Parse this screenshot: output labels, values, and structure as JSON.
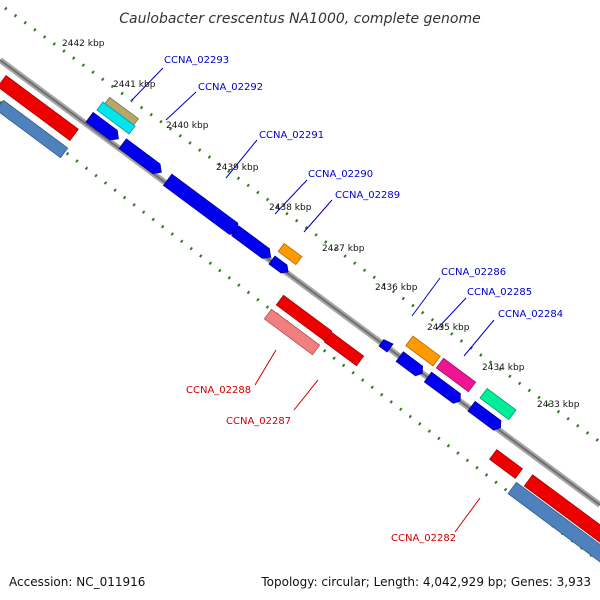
{
  "title": "Caulobacter crescentus NA1000, complete genome",
  "footer": {
    "accession": "Accession: NC_011916",
    "summary": "Topology: circular; Length: 4,042,929 bp; Genes: 3,933"
  },
  "colors": {
    "backbone": "#808080",
    "tick": "#2e7d1e",
    "forward_label": "#0000cc",
    "reverse_label": "#cc0000",
    "cds_blue": "#0000ee",
    "cds_red": "#ee0000"
  },
  "kbp_labels": [
    "2442 kbp",
    "2441 kbp",
    "2440 kbp",
    "2439 kbp",
    "2438 kbp",
    "2437 kbp",
    "2436 kbp",
    "2435 kbp",
    "2434 kbp",
    "2433 kbp"
  ],
  "gene_labels": [
    {
      "name": "CCNA_02293",
      "strand": "forward"
    },
    {
      "name": "CCNA_02292",
      "strand": "forward"
    },
    {
      "name": "CCNA_02291",
      "strand": "forward"
    },
    {
      "name": "CCNA_02290",
      "strand": "forward"
    },
    {
      "name": "CCNA_02289",
      "strand": "forward"
    },
    {
      "name": "CCNA_02286",
      "strand": "forward"
    },
    {
      "name": "CCNA_02285",
      "strand": "forward"
    },
    {
      "name": "CCNA_02284",
      "strand": "forward"
    },
    {
      "name": "CCNA_02288",
      "strand": "reverse"
    },
    {
      "name": "CCNA_02287",
      "strand": "reverse"
    },
    {
      "name": "CCNA_02282",
      "strand": "reverse"
    }
  ]
}
